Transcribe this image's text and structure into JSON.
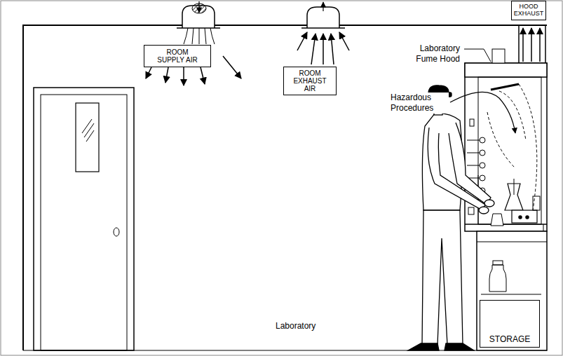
{
  "diagram": {
    "nodes": [
      {
        "text": [
          "ROOM SUPPLY AIR"
        ]
      },
      {
        "text": [
          "ROOM EXHAUST AIR"
        ]
      },
      {
        "text": [
          "HOOD EXHAUST"
        ]
      },
      {
        "text": [
          "STORAGE"
        ]
      }
    ],
    "labels": [
      "Laboratory Fume Hood",
      "Hazardous Procedures",
      "Laboratory"
    ]
  }
}
